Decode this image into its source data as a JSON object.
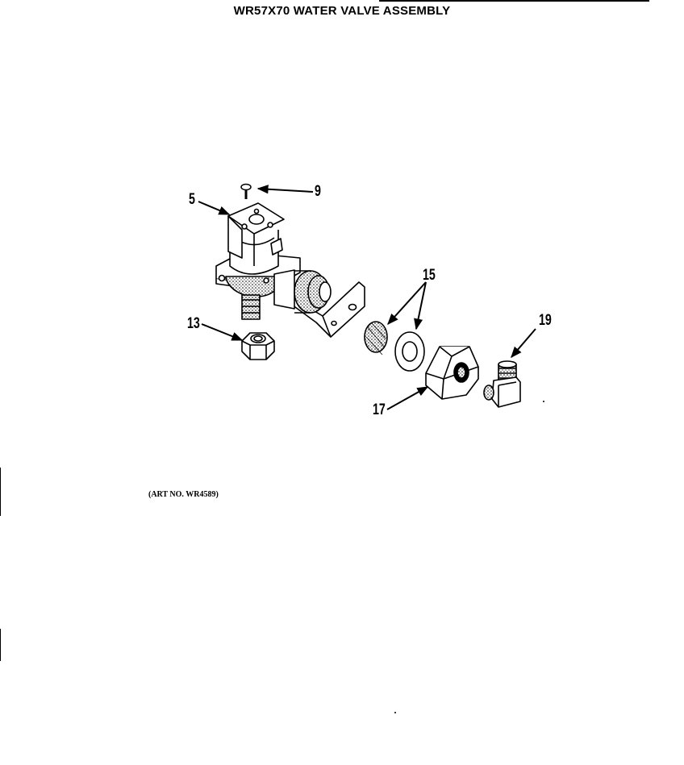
{
  "title": "WR57X70 WATER VALVE ASSEMBLY",
  "art_number": "(ART NO. WR4589)",
  "callouts": {
    "c5": "5",
    "c9": "9",
    "c13": "13",
    "c15": "15",
    "c17": "17",
    "c19": "19"
  }
}
